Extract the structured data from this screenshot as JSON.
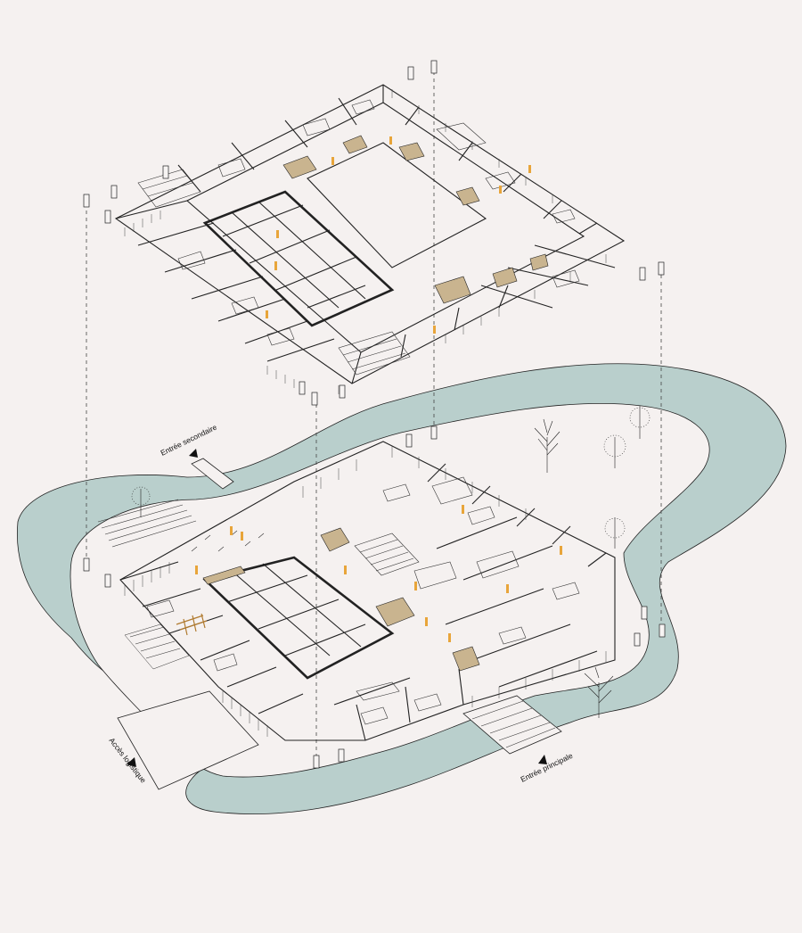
{
  "labels": {
    "secondary_entrance": "Entrée secondaire",
    "main_entrance": "Entrée principale",
    "logistic_access": "Accès logistique"
  },
  "colors": {
    "background": "#f5f1f0",
    "water": "#b9cfcc",
    "island": "#f5f1f0",
    "line": "#222222",
    "accent_figures": "#e8a53a",
    "furniture_wood": "#c9b48f"
  },
  "icons": {
    "arrow": "triangle-up-icon",
    "tree": "tree-icon",
    "person": "person-icon"
  }
}
